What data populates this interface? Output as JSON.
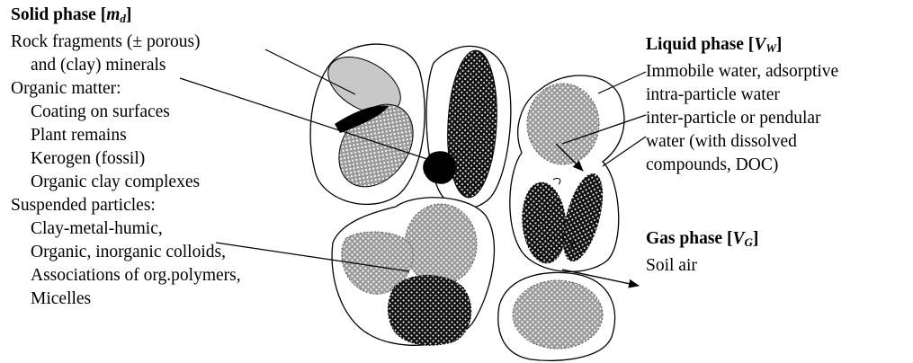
{
  "solid": {
    "title": "Solid phase [",
    "symbol_main": "m",
    "symbol_sub": "d",
    "title_close": "]",
    "lines": [
      {
        "text": "Rock fragments (± porous)",
        "indent": false
      },
      {
        "text": "and (clay) minerals",
        "indent": true
      },
      {
        "text": "Organic matter:",
        "indent": false
      },
      {
        "text": "Coating on surfaces",
        "indent": true
      },
      {
        "text": "Plant remains",
        "indent": true
      },
      {
        "text": "Kerogen (fossil)",
        "indent": true
      },
      {
        "text": "Organic clay complexes",
        "indent": true
      },
      {
        "text": "Suspended particles:",
        "indent": false
      },
      {
        "text": "Clay-metal-humic,",
        "indent": true
      },
      {
        "text": "Organic, inorganic colloids,",
        "indent": true
      },
      {
        "text": "Associations of org.polymers,",
        "indent": true
      },
      {
        "text": "Micelles",
        "indent": true
      }
    ]
  },
  "liquid": {
    "title": "Liquid phase [",
    "symbol_main": "V",
    "symbol_sub": "W",
    "title_close": "]",
    "lines": [
      "Immobile water, adsorptive",
      "intra-particle water",
      "inter-particle or pendular",
      "water (with dissolved",
      "compounds,  DOC)"
    ]
  },
  "gas": {
    "title": "Gas phase [",
    "symbol_main": "V",
    "symbol_sub": "G",
    "title_close": "]",
    "lines": [
      "Soil air"
    ]
  },
  "colors": {
    "light_grain": "#c8c8c8",
    "dotted_grain": "#9a9a9a",
    "dark_grain": "#1a1a1a",
    "outline": "#000000"
  }
}
